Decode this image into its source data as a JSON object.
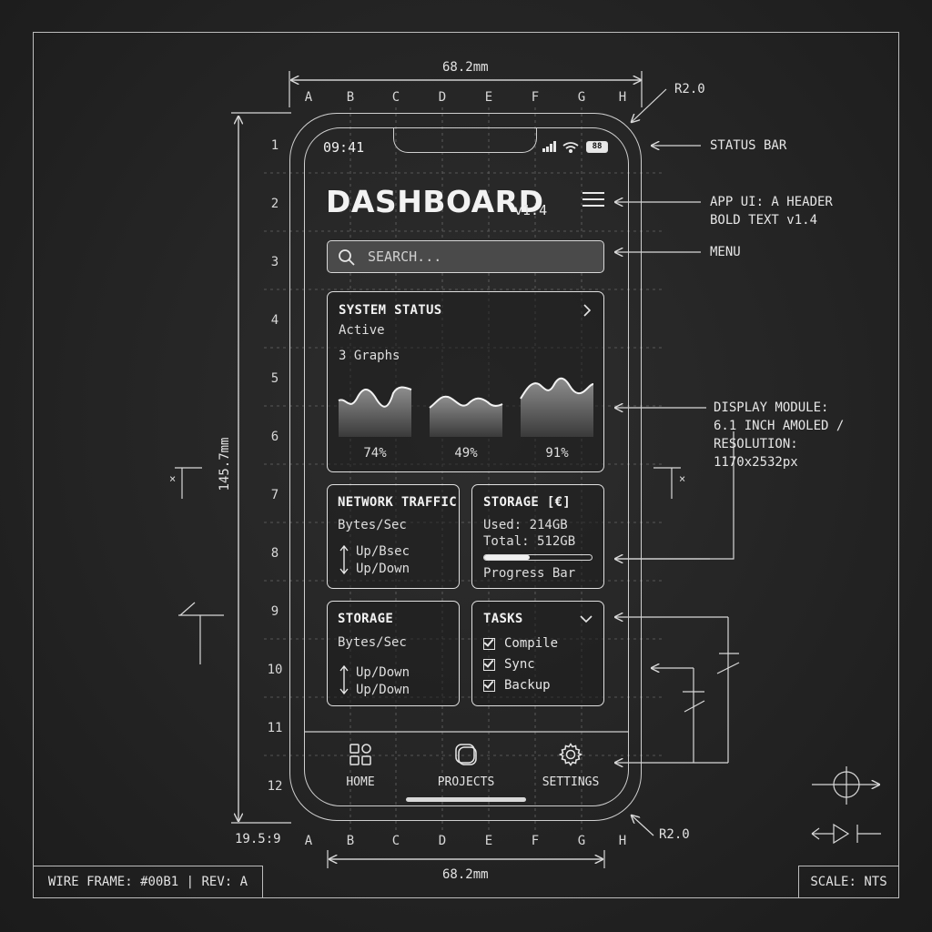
{
  "drawing": {
    "frame_label": "WIRE FRAME: #00B1 | REV: A",
    "scale_label": "SCALE: NTS",
    "width_dim": "68.2mm",
    "height_dim": "145.7mm",
    "corner_radius": "R2.0",
    "aspect_ratio": "19.5:9",
    "columns": [
      "A",
      "B",
      "C",
      "D",
      "E",
      "F",
      "G",
      "H"
    ],
    "rows": [
      "1",
      "2",
      "3",
      "4",
      "5",
      "6",
      "7",
      "8",
      "9",
      "10",
      "11",
      "12"
    ],
    "callouts": {
      "status_bar": "STATUS BAR",
      "header": "APP UI: A HEADER\nBOLD TEXT v1.4",
      "menu": "MENU",
      "display": "DISPLAY MODULE:\n6.1 INCH AMOLED /\nRESOLUTION:\n1170x2532px"
    }
  },
  "phone": {
    "status_bar": {
      "time": "09:41",
      "battery": "88"
    },
    "header": {
      "title": "DASHBOARD",
      "version": "v1.4"
    },
    "search": {
      "placeholder": "SEARCH..."
    },
    "system_status": {
      "title": "SYSTEM STATUS",
      "state": "Active",
      "subtitle": "3 Graphs",
      "graphs": [
        {
          "label": "74%",
          "value": 0.74
        },
        {
          "label": "49%",
          "value": 0.49
        },
        {
          "label": "91%",
          "value": 0.91
        }
      ]
    },
    "network_traffic": {
      "title": "NETWORK TRAFFIC",
      "unit": "Bytes/Sec",
      "line1": "Up/Bsec",
      "line2": "Up/Down"
    },
    "storage_top": {
      "title": "STORAGE [€]",
      "used": "Used: 214GB",
      "total": "Total: 512GB",
      "progress_label": "Progress Bar",
      "progress": 0.42
    },
    "storage_bottom": {
      "title": "STORAGE",
      "unit": "Bytes/Sec",
      "line1": "Up/Down",
      "line2": "Up/Down"
    },
    "tasks": {
      "title": "TASKS",
      "items": [
        "Compile",
        "Sync",
        "Backup"
      ]
    },
    "nav": {
      "home": "HOME",
      "projects": "PROJECTS",
      "settings": "SETTINGS"
    }
  },
  "colors": {
    "background": "#262626",
    "line": "#d0d0d0",
    "text": "#e6e6e6"
  }
}
